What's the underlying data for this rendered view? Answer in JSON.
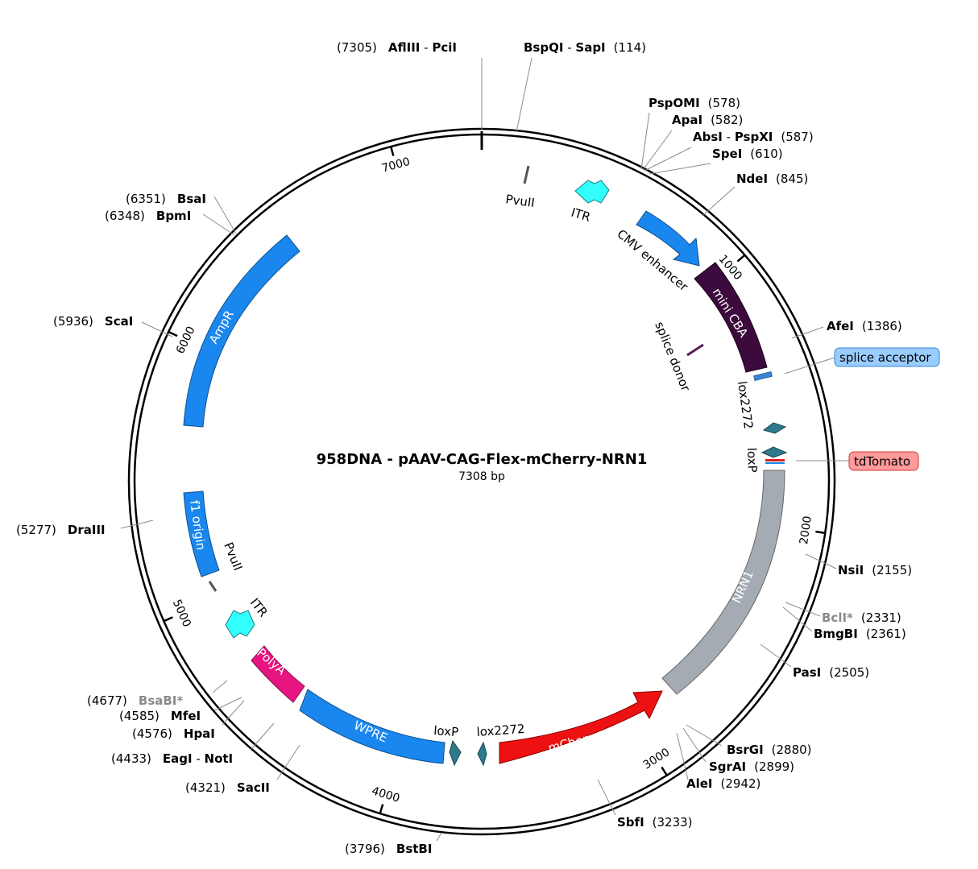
{
  "title": "958DNA - pAAV-CAG-Flex-mCherry-NRN1",
  "subtitle": "7308 bp",
  "length": 7308,
  "ticks": [
    {
      "bp": 1000,
      "label": "1000"
    },
    {
      "bp": 2000,
      "label": "2000"
    },
    {
      "bp": 3000,
      "label": "3000"
    },
    {
      "bp": 4000,
      "label": "4000"
    },
    {
      "bp": 5000,
      "label": "5000"
    },
    {
      "bp": 6000,
      "label": "6000"
    },
    {
      "bp": 7000,
      "label": "7000"
    }
  ],
  "sites": [
    {
      "id": "afliii",
      "bp": 7305,
      "parts": [
        "AflIII",
        "PciI"
      ],
      "pos": "(7305)",
      "dim": false
    },
    {
      "id": "bspqi",
      "bp": 114,
      "parts": [
        "BspQI",
        "SapI"
      ],
      "pos": "(114)",
      "dim": false
    },
    {
      "id": "pspomi",
      "bp": 578,
      "parts": [
        "PspOMI"
      ],
      "pos": "(578)",
      "dim": false
    },
    {
      "id": "apai",
      "bp": 582,
      "parts": [
        "ApaI"
      ],
      "pos": "(582)",
      "dim": false
    },
    {
      "id": "absi",
      "bp": 587,
      "parts": [
        "AbsI",
        "PspXI"
      ],
      "pos": "(587)",
      "dim": false
    },
    {
      "id": "spei",
      "bp": 610,
      "parts": [
        "SpeI"
      ],
      "pos": "(610)",
      "dim": false
    },
    {
      "id": "ndei",
      "bp": 845,
      "parts": [
        "NdeI"
      ],
      "pos": "(845)",
      "dim": false
    },
    {
      "id": "afei",
      "bp": 1386,
      "parts": [
        "AfeI"
      ],
      "pos": "(1386)",
      "dim": false
    },
    {
      "id": "nsii",
      "bp": 2155,
      "parts": [
        "NsiI"
      ],
      "pos": "(2155)",
      "dim": false
    },
    {
      "id": "bcli",
      "bp": 2331,
      "parts": [
        "BclI*"
      ],
      "pos": "(2331)",
      "dim": true
    },
    {
      "id": "bmgbi",
      "bp": 2361,
      "parts": [
        "BmgBI"
      ],
      "pos": "(2361)",
      "dim": false
    },
    {
      "id": "pasi",
      "bp": 2505,
      "parts": [
        "PasI"
      ],
      "pos": "(2505)",
      "dim": false
    },
    {
      "id": "bsrgi",
      "bp": 2880,
      "parts": [
        "BsrGI"
      ],
      "pos": "(2880)",
      "dim": false
    },
    {
      "id": "sgrai",
      "bp": 2899,
      "parts": [
        "SgrAI"
      ],
      "pos": "(2899)",
      "dim": false
    },
    {
      "id": "alei",
      "bp": 2942,
      "parts": [
        "AleI"
      ],
      "pos": "(2942)",
      "dim": false
    },
    {
      "id": "sbfi",
      "bp": 3233,
      "parts": [
        "SbfI"
      ],
      "pos": "(3233)",
      "dim": false
    },
    {
      "id": "bstbi",
      "bp": 3796,
      "parts": [
        "BstBI"
      ],
      "pos": "(3796)",
      "dim": false
    },
    {
      "id": "sacii",
      "bp": 4321,
      "parts": [
        "SacII"
      ],
      "pos": "(4321)",
      "dim": false
    },
    {
      "id": "eagi",
      "bp": 4433,
      "parts": [
        "EagI",
        "NotI"
      ],
      "pos": "(4433)",
      "dim": false
    },
    {
      "id": "hpai",
      "bp": 4576,
      "parts": [
        "HpaI"
      ],
      "pos": "(4576)",
      "dim": false
    },
    {
      "id": "mfei",
      "bp": 4585,
      "parts": [
        "MfeI"
      ],
      "pos": "(4585)",
      "dim": false
    },
    {
      "id": "bsabi",
      "bp": 4677,
      "parts": [
        "BsaBI*"
      ],
      "pos": "(4677)",
      "dim": true
    },
    {
      "id": "drai3",
      "bp": 5277,
      "parts": [
        "DraIII"
      ],
      "pos": "(5277)",
      "dim": false
    },
    {
      "id": "scai",
      "bp": 5936,
      "parts": [
        "ScaI"
      ],
      "pos": "(5936)",
      "dim": false
    },
    {
      "id": "bpmi",
      "bp": 6348,
      "parts": [
        "BpmI"
      ],
      "pos": "(6348)",
      "dim": false
    },
    {
      "id": "bsai",
      "bp": 6351,
      "parts": [
        "BsaI"
      ],
      "pos": "(6351)",
      "dim": false
    }
  ],
  "features": [
    {
      "id": "itr-1",
      "label": "ITR",
      "color": "#33ffff",
      "type": "double-arrow"
    },
    {
      "id": "cmv-enhancer",
      "label": "CMV enhancer",
      "color": "#1a87ee",
      "type": "arrow"
    },
    {
      "id": "mini-cba",
      "label": "mini CBA",
      "color": "#3d0a3d",
      "type": "block"
    },
    {
      "id": "splice-donor",
      "label": "splice donor",
      "color": "#5a1a5a",
      "type": "mark"
    },
    {
      "id": "lox2272-1",
      "label": "lox2272",
      "color": "#2e7a8c",
      "type": "small-arrow"
    },
    {
      "id": "loxp-1",
      "label": "loxP",
      "color": "#2e7a8c",
      "type": "small-arrow"
    },
    {
      "id": "nrn1",
      "label": "NRN1",
      "color": "#a4abb3",
      "type": "block"
    },
    {
      "id": "mcherry",
      "label": "mCherry",
      "color": "#ee1111",
      "type": "arrow"
    },
    {
      "id": "lox2272-2",
      "label": "lox2272",
      "color": "#2e7a8c",
      "type": "small-arrow"
    },
    {
      "id": "loxp-2",
      "label": "loxP",
      "color": "#2e7a8c",
      "type": "small-arrow"
    },
    {
      "id": "wpre",
      "label": "WPRE",
      "color": "#1a87ee",
      "type": "block"
    },
    {
      "id": "polya",
      "label": "PolyA",
      "color": "#e6157f",
      "type": "block"
    },
    {
      "id": "itr-2",
      "label": "ITR",
      "color": "#33ffff",
      "type": "double-arrow"
    },
    {
      "id": "pvuii-2",
      "label": "PvuII",
      "color": "#555555",
      "type": "mark"
    },
    {
      "id": "f1-origin",
      "label": "f1 origin",
      "color": "#1a87ee",
      "type": "block"
    },
    {
      "id": "ampr",
      "label": "AmpR",
      "color": "#1a87ee",
      "type": "block"
    },
    {
      "id": "pvuii-1",
      "label": "PvuII",
      "color": "#555555",
      "type": "mark"
    }
  ],
  "callouts": [
    {
      "id": "splice-acceptor",
      "label": "splice acceptor",
      "color": "#99ccff",
      "border": "#3a86d6"
    },
    {
      "id": "tdtomato",
      "label": "tdTomato",
      "color": "#ff9a9a",
      "border": "#d03a3a"
    }
  ]
}
